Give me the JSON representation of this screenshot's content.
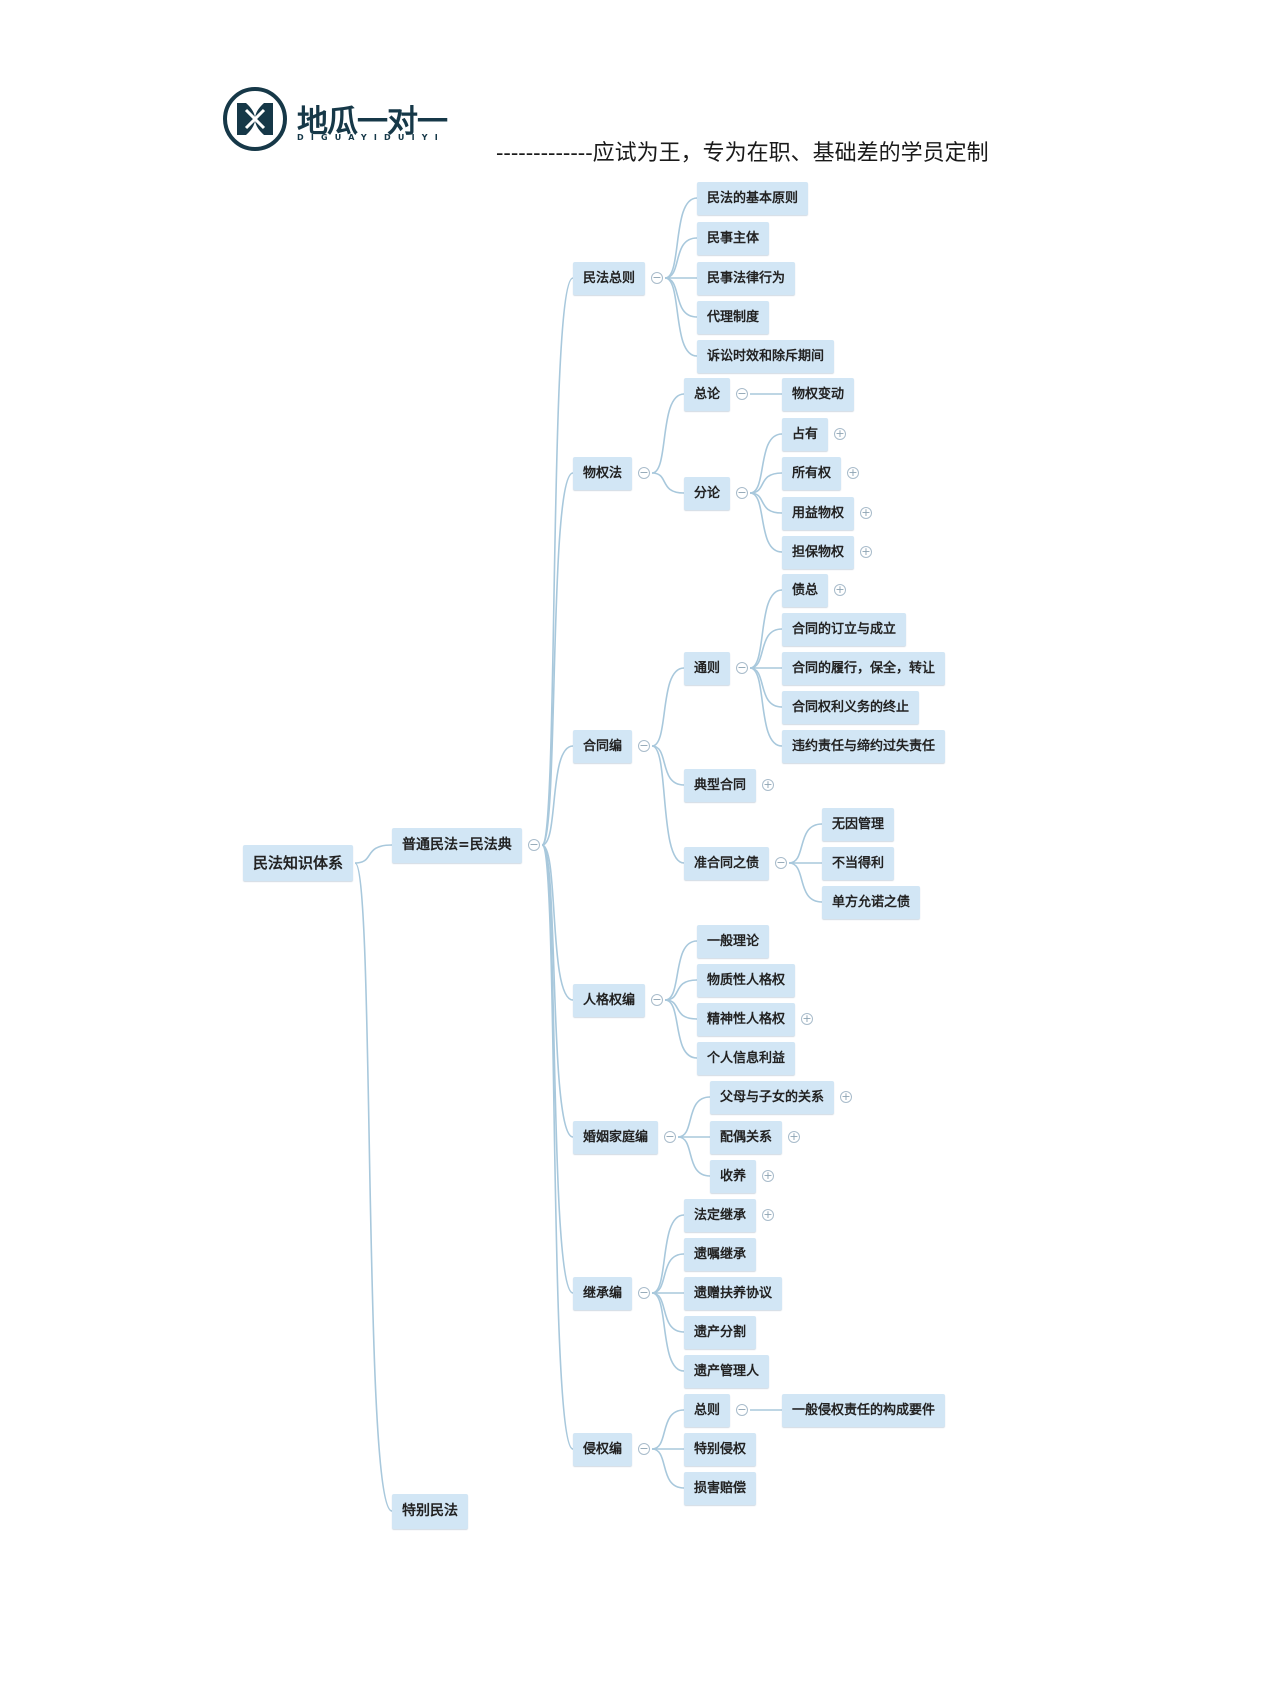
{
  "brand": {
    "name": "地瓜一对一",
    "pinyin": "DIGUAYIDUIYI",
    "logo_icon": "dx-logo-icon",
    "color": "#163848"
  },
  "slogan": "-------------应试为王，专为在职、基础差的学员定制",
  "colors": {
    "node_bg": "#d2e6f5",
    "edge": "#a8c8dc",
    "text": "#222222"
  },
  "mindmap": {
    "label": "民法知识体系",
    "children": [
      {
        "label": "普通民法=民法典",
        "toggle": "collapse",
        "children": [
          {
            "label": "民法总则",
            "toggle": "collapse",
            "children": [
              {
                "label": "民法的基本原则"
              },
              {
                "label": "民事主体"
              },
              {
                "label": "民事法律行为"
              },
              {
                "label": "代理制度"
              },
              {
                "label": "诉讼时效和除斥期间"
              }
            ]
          },
          {
            "label": "物权法",
            "toggle": "collapse",
            "children": [
              {
                "label": "总论",
                "toggle": "collapse",
                "children": [
                  {
                    "label": "物权变动"
                  }
                ]
              },
              {
                "label": "分论",
                "toggle": "collapse",
                "children": [
                  {
                    "label": "占有",
                    "toggle": "expand"
                  },
                  {
                    "label": "所有权",
                    "toggle": "expand"
                  },
                  {
                    "label": "用益物权",
                    "toggle": "expand"
                  },
                  {
                    "label": "担保物权",
                    "toggle": "expand"
                  }
                ]
              }
            ]
          },
          {
            "label": "合同编",
            "toggle": "collapse",
            "children": [
              {
                "label": "通则",
                "toggle": "collapse",
                "children": [
                  {
                    "label": "债总",
                    "toggle": "expand"
                  },
                  {
                    "label": "合同的订立与成立"
                  },
                  {
                    "label": "合同的履行，保全，转让"
                  },
                  {
                    "label": "合同权利义务的终止"
                  },
                  {
                    "label": "违约责任与缔约过失责任"
                  }
                ]
              },
              {
                "label": "典型合同",
                "toggle": "expand"
              },
              {
                "label": "准合同之债",
                "toggle": "collapse",
                "children": [
                  {
                    "label": "无因管理"
                  },
                  {
                    "label": "不当得利"
                  },
                  {
                    "label": "单方允诺之债"
                  }
                ]
              }
            ]
          },
          {
            "label": "人格权编",
            "toggle": "collapse",
            "children": [
              {
                "label": "一般理论"
              },
              {
                "label": "物质性人格权"
              },
              {
                "label": "精神性人格权",
                "toggle": "expand"
              },
              {
                "label": "个人信息利益"
              }
            ]
          },
          {
            "label": "婚姻家庭编",
            "toggle": "collapse",
            "children": [
              {
                "label": "父母与子女的关系",
                "toggle": "expand"
              },
              {
                "label": "配偶关系",
                "toggle": "expand"
              },
              {
                "label": "收养",
                "toggle": "expand"
              }
            ]
          },
          {
            "label": "继承编",
            "toggle": "collapse",
            "children": [
              {
                "label": "法定继承",
                "toggle": "expand"
              },
              {
                "label": "遗嘱继承"
              },
              {
                "label": "遗赠扶养协议"
              },
              {
                "label": "遗产分割"
              },
              {
                "label": "遗产管理人"
              }
            ]
          },
          {
            "label": "侵权编",
            "toggle": "collapse",
            "children": [
              {
                "label": "总则",
                "toggle": "collapse",
                "children": [
                  {
                    "label": "一般侵权责任的构成要件"
                  }
                ]
              },
              {
                "label": "特别侵权"
              },
              {
                "label": "损害赔偿"
              }
            ]
          }
        ]
      },
      {
        "label": "特别民法"
      }
    ]
  }
}
